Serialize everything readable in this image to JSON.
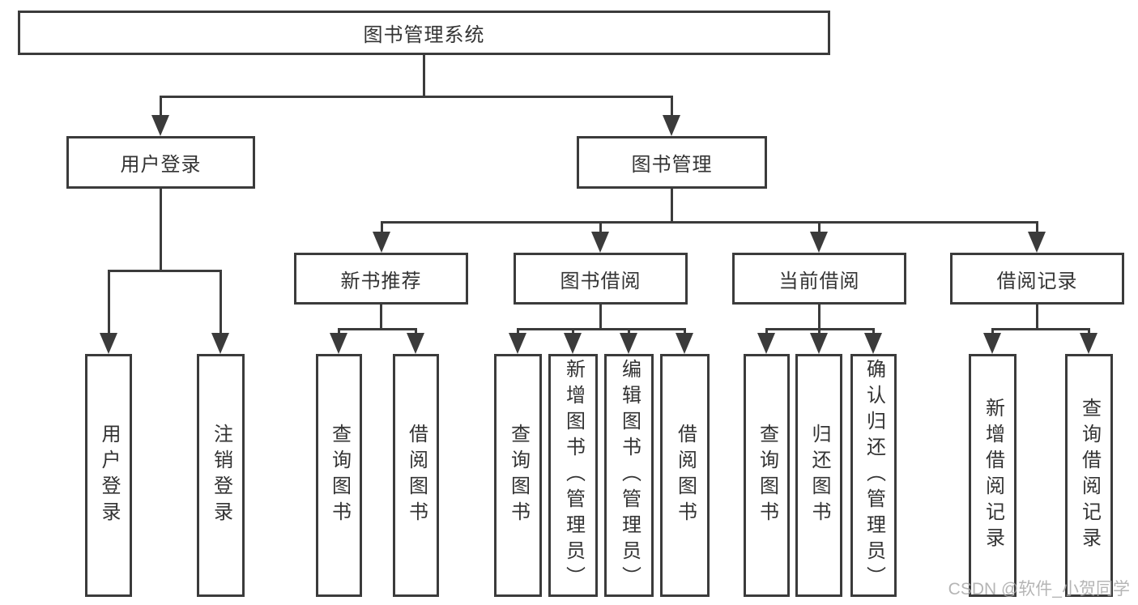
{
  "diagram": {
    "root": {
      "label": "图书管理系统"
    },
    "level2": {
      "user_login": {
        "label": "用户登录"
      },
      "book_mgmt": {
        "label": "图书管理"
      }
    },
    "level3": {
      "new_book_rec": {
        "label": "新书推荐"
      },
      "book_borrow": {
        "label": "图书借阅"
      },
      "current_borrow": {
        "label": "当前借阅"
      },
      "borrow_record": {
        "label": "借阅记录"
      }
    },
    "leaves": {
      "login": {
        "label": "用户登录"
      },
      "logout": {
        "label": "注销登录"
      },
      "nb_query": {
        "label": "查询图书"
      },
      "nb_borrow": {
        "label": "借阅图书"
      },
      "bb_query": {
        "label": "查询图书"
      },
      "bb_add": {
        "label": "新增图书（管理员）"
      },
      "bb_edit": {
        "label": "编辑图书（管理员）"
      },
      "bb_borrow": {
        "label": "借阅图书"
      },
      "cb_query": {
        "label": "查询图书"
      },
      "cb_return": {
        "label": "归还图书"
      },
      "cb_confirm": {
        "label": "确认归还（管理员）"
      },
      "br_add": {
        "label": "新增借阅记录"
      },
      "br_query": {
        "label": "查询借阅记录"
      }
    }
  },
  "watermark": {
    "text": "CSDN @软件_小贺同学"
  },
  "colors": {
    "line": "#3b3b3b",
    "text": "#333333",
    "background": "#ffffff",
    "watermark": "#a9a9a9"
  }
}
